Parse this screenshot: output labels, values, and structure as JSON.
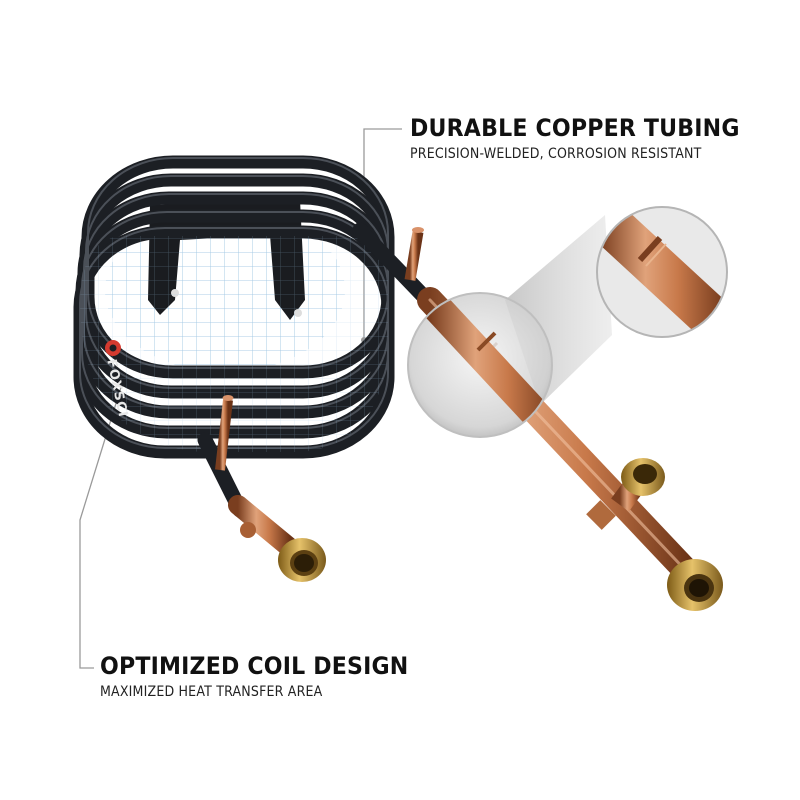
{
  "callouts": {
    "tubing": {
      "heading": "DURABLE COPPER TUBING",
      "sub": "PRECISION-WELDED, CORROSION RESISTANT"
    },
    "coil": {
      "heading": "OPTIMIZED COIL DESIGN",
      "sub": "MAXIMIZED HEAT TRANSFER AREA"
    }
  },
  "brand": {
    "label": "FOXSCI"
  },
  "colors": {
    "background": "#ffffff",
    "coil": "#1c1f24",
    "copper": "#c8794a",
    "brass": "#c9a24a",
    "grid": "#7fb0d8",
    "leader": "#9a9a9a",
    "brand_mark": "#d43a2f"
  }
}
